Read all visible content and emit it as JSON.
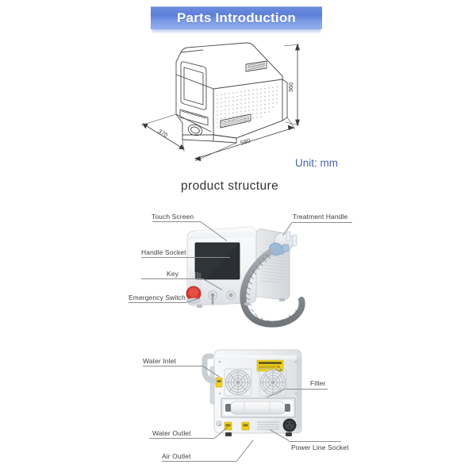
{
  "header": {
    "title": "Parts Introduction"
  },
  "dimension_drawing": {
    "unit_note": "Unit: mm",
    "dimensions": {
      "height": "360",
      "width": "370",
      "depth": "580"
    }
  },
  "section_title": "product structure",
  "front_view": {
    "labels": [
      {
        "id": "touch-screen",
        "text": "Touch Screen"
      },
      {
        "id": "treatment-handle",
        "text": "Treatment Handle"
      },
      {
        "id": "handle-socket",
        "text": "Handle Socket"
      },
      {
        "id": "key",
        "text": "Key"
      },
      {
        "id": "emergency-switch",
        "text": "Emergency Switch"
      }
    ]
  },
  "rear_view": {
    "labels": [
      {
        "id": "water-inlet",
        "text": "Water Inlet"
      },
      {
        "id": "filter",
        "text": "Filter"
      },
      {
        "id": "water-outlet",
        "text": "Water Outlet"
      },
      {
        "id": "air-outlet",
        "text": "Air Outlet"
      },
      {
        "id": "power-line-socket",
        "text": "Power Line Socket"
      }
    ]
  },
  "colors": {
    "banner_blue": "#5b7fd8",
    "unit_blue": "#4a63b0",
    "label_gray": "#404040",
    "leader_gray": "#8d8d8d",
    "emergency_red": "#d8352b",
    "warning_yellow": "#f2d21c",
    "screen_black": "#2b2f33",
    "handle_blue": "#9cb9d8",
    "cable_gray": "#8a8f94"
  }
}
